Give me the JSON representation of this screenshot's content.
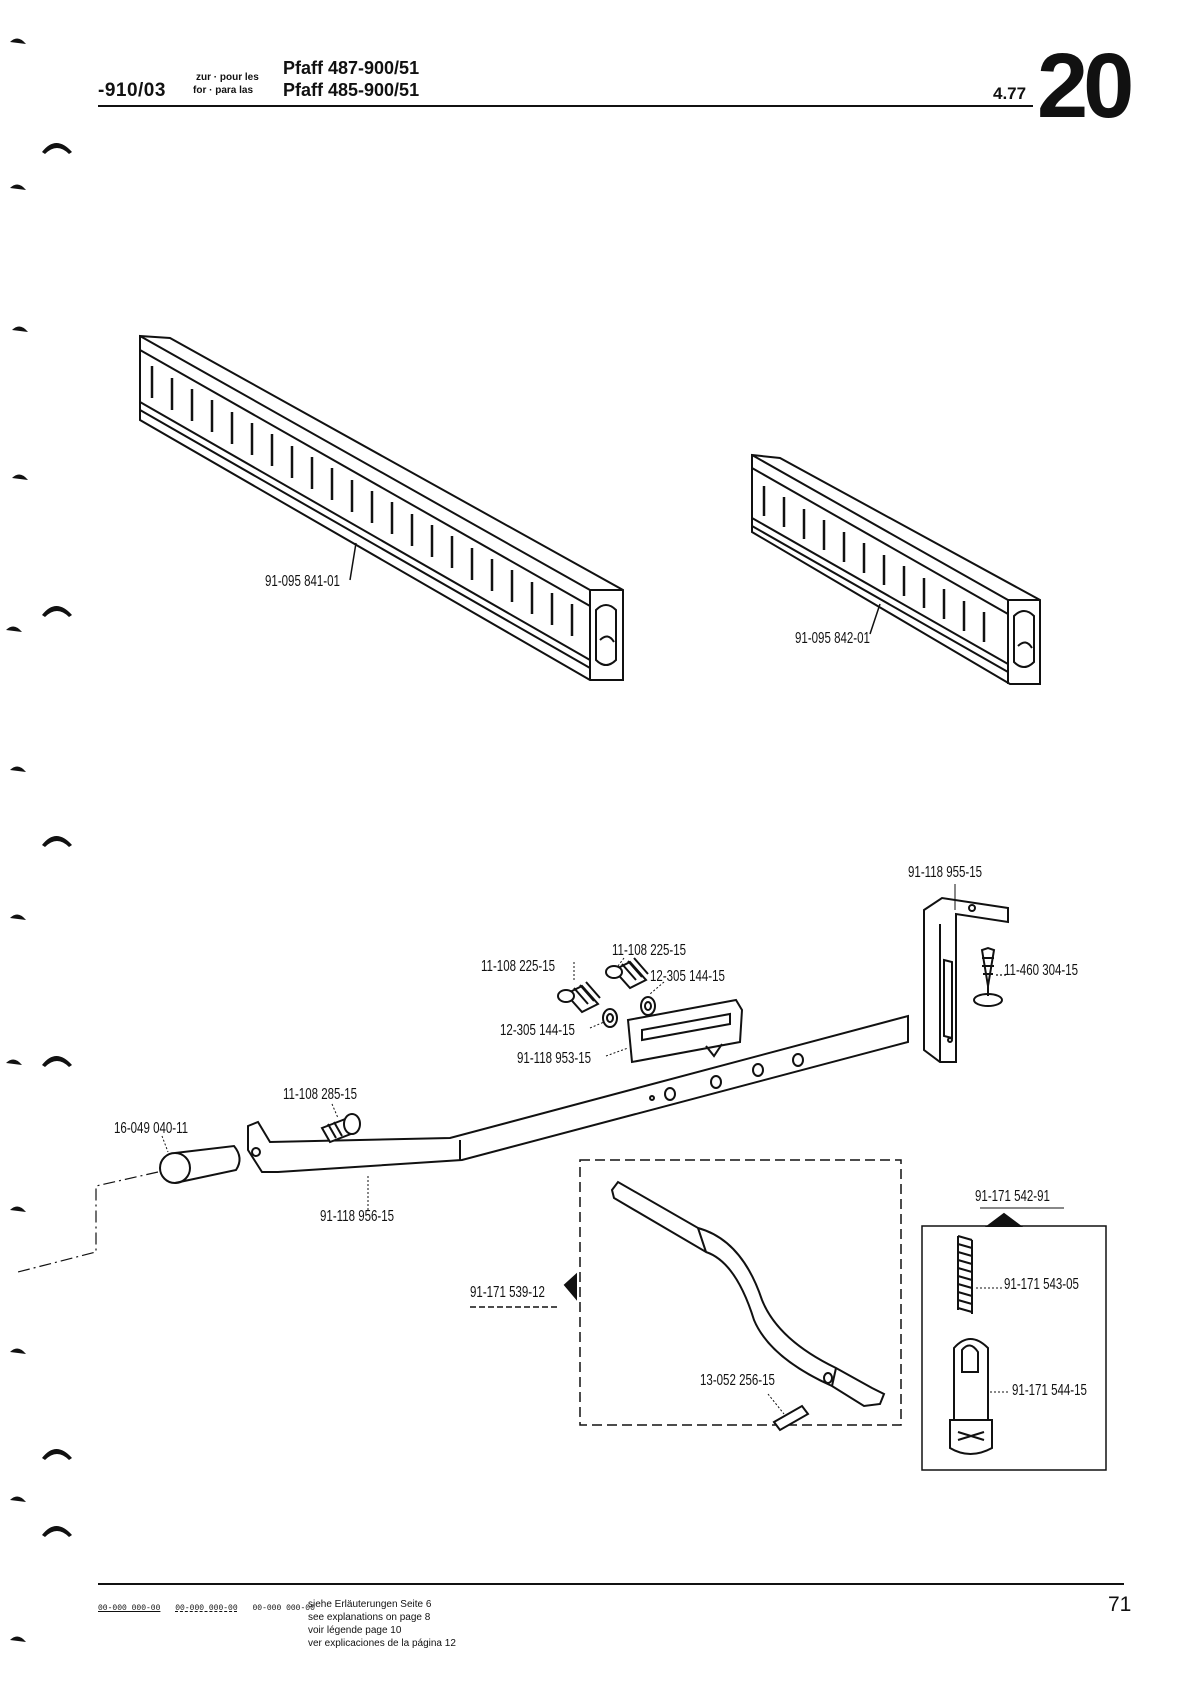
{
  "header": {
    "model_code": "-910/03",
    "zur_pour": "zur · pour les",
    "for_para": "for · para las",
    "model_1": "Pfaff 487-900/51",
    "model_2": "Pfaff 485-900/51",
    "date": "4.77",
    "sheet_number": "20"
  },
  "parts": {
    "rail_long": "91-095 841-01",
    "rail_short": "91-095 842-01",
    "bracket": "91-118 955-15",
    "screw_upper_left": "11-108 225-15",
    "screw_upper_right": "11-108 225-15",
    "washer_upper": "12-305 144-15",
    "washer_lower": "12-305 144-15",
    "wood_screw": "11-460 304-15",
    "slide_block": "91-118 953-15",
    "screw_arm": "11-108 285-15",
    "knob": "16-049 040-11",
    "arm": "91-118 956-15",
    "assembly": "91-171 539-12",
    "pin": "13-052 256-15",
    "kit": "91-171 542-91",
    "spring": "91-171 543-05",
    "plunger": "91-171 544-15"
  },
  "footer": {
    "legend_codes": [
      "00-000 000-00",
      "00-000 000-00",
      "00-000 000-00"
    ],
    "notes": [
      "siehe Erläuterungen Seite 6",
      "see explanations on page 8",
      "voir légende page 10",
      "ver explicaciones de la página 12"
    ],
    "page_number": "71"
  }
}
